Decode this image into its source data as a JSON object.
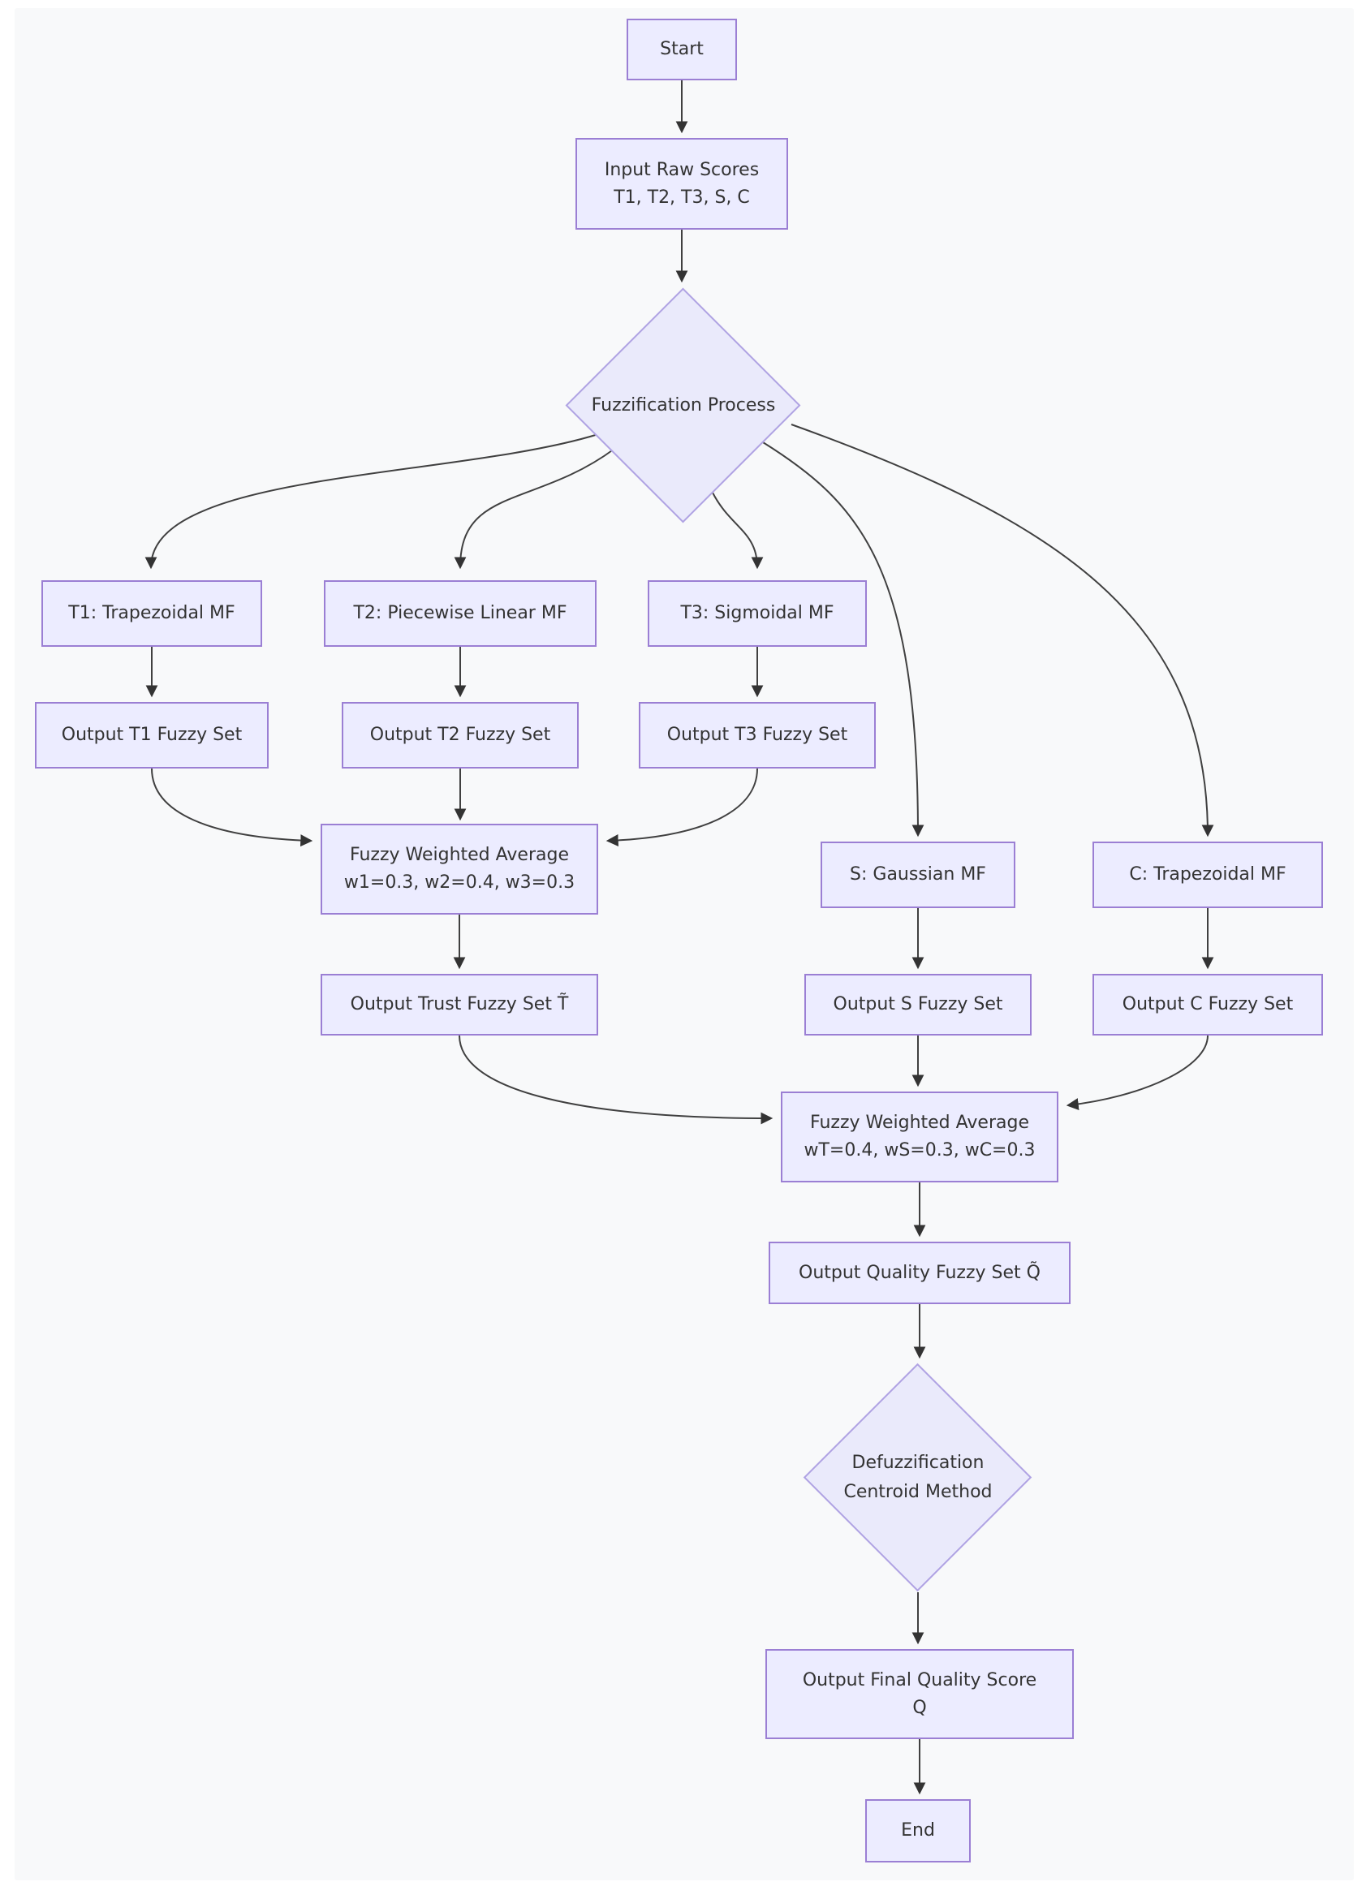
{
  "diagram": {
    "type": "flowchart",
    "nodes": {
      "start": {
        "label": "Start"
      },
      "input": {
        "line1": "Input Raw Scores",
        "line2": "T1, T2, T3, S, C"
      },
      "fuzzification": {
        "label": "Fuzzification Process"
      },
      "t1": {
        "label": "T1: Trapezoidal MF"
      },
      "t2": {
        "label": "T2: Piecewise Linear MF"
      },
      "t3": {
        "label": "T3: Sigmoidal MF"
      },
      "out_t1": {
        "label": "Output T1 Fuzzy Set"
      },
      "out_t2": {
        "label": "Output T2 Fuzzy Set"
      },
      "out_t3": {
        "label": "Output T3 Fuzzy Set"
      },
      "fwa1": {
        "line1": "Fuzzy Weighted Average",
        "line2": "w1=0.3, w2=0.4, w3=0.3"
      },
      "s_mf": {
        "label": "S: Gaussian MF"
      },
      "c_mf": {
        "label": "C: Trapezoidal MF"
      },
      "out_trust": {
        "label": "Output Trust Fuzzy Set T̃"
      },
      "out_s": {
        "label": "Output S Fuzzy Set"
      },
      "out_c": {
        "label": "Output C Fuzzy Set"
      },
      "fwa2": {
        "line1": "Fuzzy Weighted Average",
        "line2": "wT=0.4, wS=0.3, wC=0.3"
      },
      "out_quality": {
        "label": "Output Quality Fuzzy Set Q̃"
      },
      "defuzzification": {
        "line1": "Defuzzification",
        "line2": "Centroid Method"
      },
      "out_final": {
        "line1": "Output Final Quality Score",
        "line2": "Q"
      },
      "end": {
        "label": "End"
      }
    },
    "colors": {
      "node_fill": "#ECECFF",
      "node_border": "#9B7FD4",
      "edge": "#404040",
      "text": "#333333",
      "canvas_bg": "#F8F9FA",
      "page_bg": "#FFFFFF"
    }
  }
}
